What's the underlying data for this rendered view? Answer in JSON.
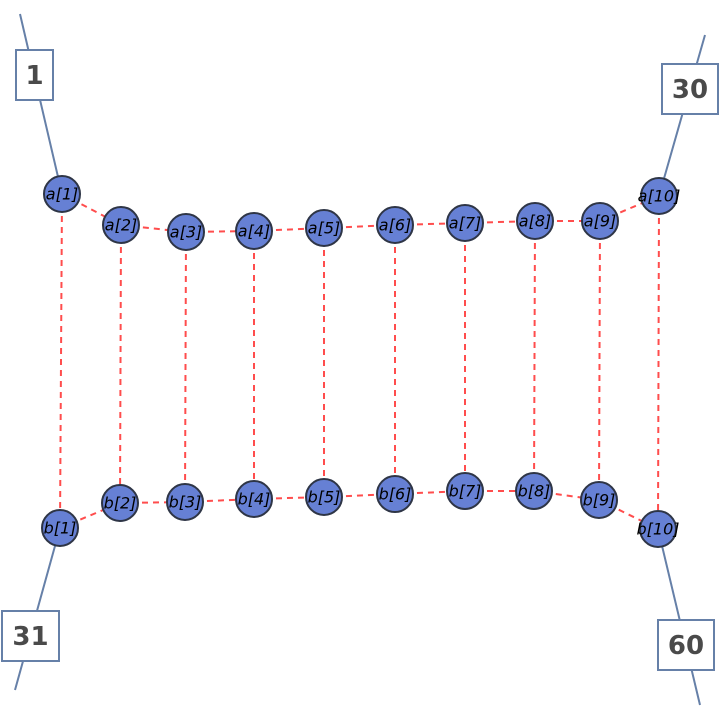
{
  "colors": {
    "node": "#6680d4",
    "edge": "#ff4d4d",
    "lead": "#6680a8"
  },
  "top_nodes": [
    "a[1]",
    "a[2]",
    "a[3]",
    "a[4]",
    "a[5]",
    "a[6]",
    "a[7]",
    "a[8]",
    "a[9]",
    "a[10]"
  ],
  "bottom_nodes": [
    "b[1]",
    "b[2]",
    "b[3]",
    "b[4]",
    "b[5]",
    "b[6]",
    "b[7]",
    "b[8]",
    "b[9]",
    "b[10]"
  ],
  "terminals": {
    "top_left": "1",
    "top_right": "30",
    "bottom_left": "31",
    "bottom_right": "60"
  }
}
